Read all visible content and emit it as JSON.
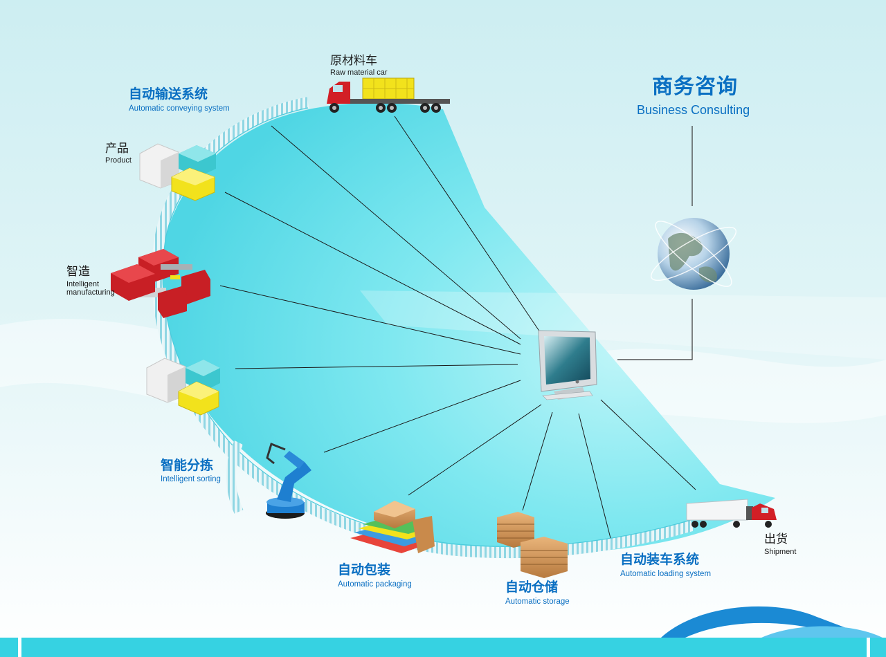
{
  "business": {
    "zh": "商务咨询",
    "en": "Business Consulting"
  },
  "nodes": {
    "raw_material": {
      "zh": "原材料车",
      "en": "Raw material car"
    },
    "conveying": {
      "zh": "自动输送系统",
      "en": "Automatic conveying system"
    },
    "product": {
      "zh": "产品",
      "en": "Product"
    },
    "manufacturing": {
      "zh": "智造",
      "en_1": "Intelligent",
      "en_2": "manufacturing"
    },
    "sorting": {
      "zh": "智能分拣",
      "en": "Intelligent sorting"
    },
    "packaging": {
      "zh": "自动包装",
      "en": "Automatic packaging"
    },
    "storage": {
      "zh": "自动仓储",
      "en": "Automatic storage"
    },
    "loading": {
      "zh": "自动装车系统",
      "en": "Automatic loading system"
    },
    "shipment": {
      "zh": "出货",
      "en": "Shipment"
    }
  },
  "colors": {
    "label_blue": "#0a6fc2",
    "disc_cyan": "#6fe3ee",
    "truck_red": "#d21f26",
    "cargo_yellow": "#f2e21c",
    "robot_blue": "#1e7fd0",
    "footer_cyan": "#36d2e2"
  }
}
